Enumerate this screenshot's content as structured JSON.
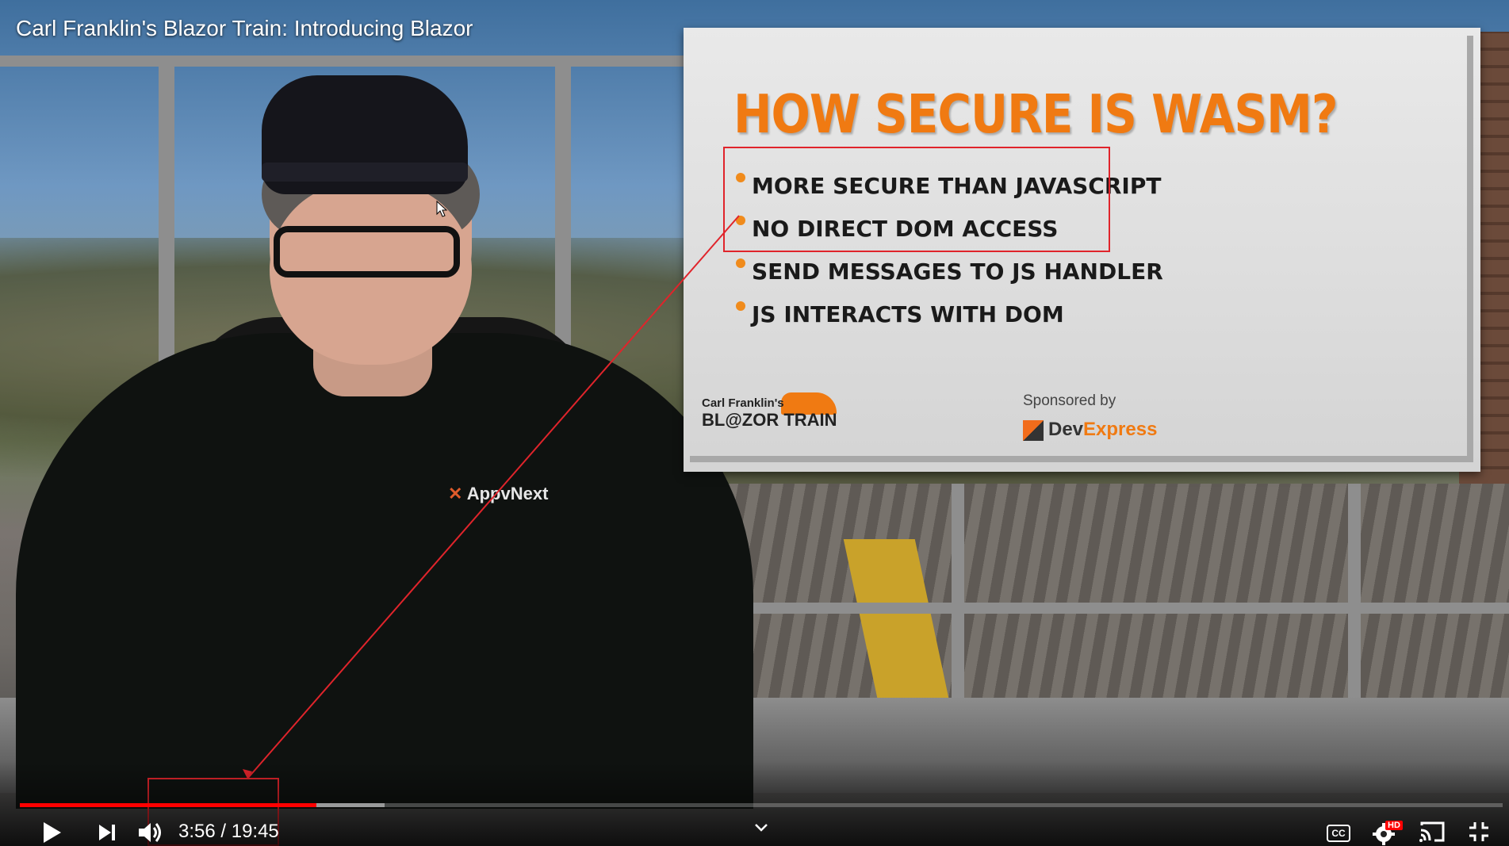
{
  "video": {
    "title": "Carl Franklin's Blazor Train: Introducing Blazor",
    "shirt_logo": "AppvNext"
  },
  "slide": {
    "title": "HOW SECURE IS WASM?",
    "bullets": [
      "MORE SECURE THAN JAVASCRIPT",
      "NO DIRECT DOM ACCESS",
      "SEND MESSAGES TO JS HANDLER",
      "JS INTERACTS WITH DOM"
    ],
    "brand_top": "Carl Franklin's",
    "brand_name": "BL@ZOR TRAIN",
    "sponsor_label": "Sponsored by",
    "sponsor_dev": "Dev",
    "sponsor_express": "Express"
  },
  "player": {
    "time_display": "3:56 / 19:45",
    "played_fraction": 0.2,
    "buffered_fraction": 0.246,
    "icons": {
      "play": "play-icon",
      "next": "next-icon",
      "volume": "volume-icon",
      "chapters": "chevron-down-icon",
      "subtitles": "cc-icon",
      "settings": "gear-icon",
      "cast": "cast-icon",
      "fullscreen": "exit-fullscreen-icon"
    },
    "cc_label": "CC",
    "hd_badge": "HD"
  },
  "colors": {
    "progress_played": "#ff0000",
    "slide_title": "#f07a12",
    "annotation": "#e0242b"
  }
}
